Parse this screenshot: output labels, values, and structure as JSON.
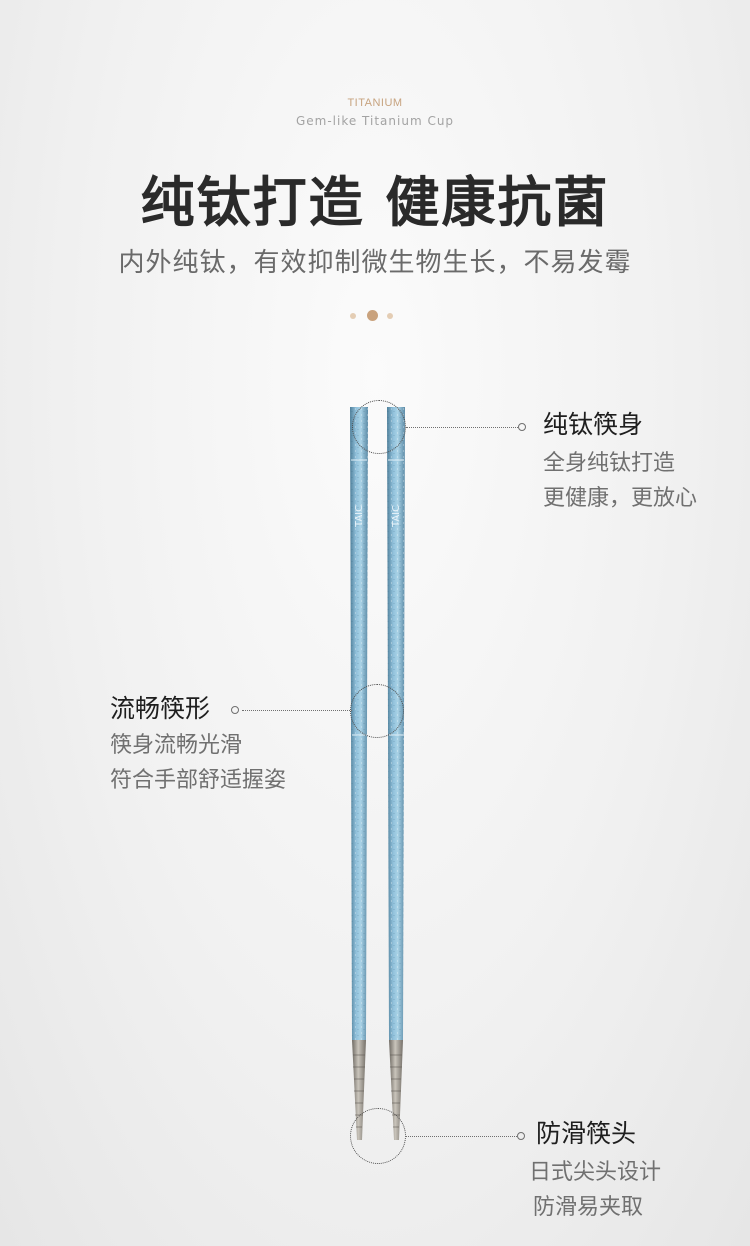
{
  "header": {
    "eyebrow": "TITANIUM",
    "eyebrow_sub": "Gem-like Titanium Cup",
    "headline": "纯钛打造 健康抗菌",
    "subheadline": "内外纯钛，有效抑制微生物生长，不易发霉"
  },
  "product": {
    "engraving": "TAIC",
    "colors": {
      "accent": "#c9a27d",
      "body_blue": "#7fb0cc",
      "tip_metal": "#8f8b84"
    }
  },
  "callouts": {
    "body": {
      "title": "纯钛筷身",
      "lines": [
        "全身纯钛打造",
        "更健康，更放心"
      ]
    },
    "shape": {
      "title": "流畅筷形",
      "lines": [
        "筷身流畅光滑",
        "符合手部舒适握姿"
      ]
    },
    "tip": {
      "title": "防滑筷头",
      "lines": [
        "日式尖头设计",
        "防滑易夹取"
      ]
    }
  }
}
